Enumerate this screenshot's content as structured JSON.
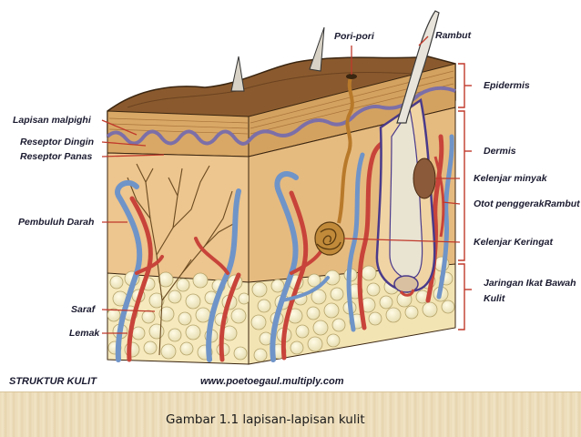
{
  "labels": {
    "pori_pori": "Pori-pori",
    "rambut": "Rambut",
    "epidermis": "Epidermis",
    "lapisan_malpighi": "Lapisan malpighi",
    "reseptor_dingin": "Reseptor Dingin",
    "reseptor_panas": "Reseptor Panas",
    "dermis": "Dermis",
    "kelenjar_minyak": "Kelenjar minyak",
    "otot_penggerak_rambut": "Otot penggerakRambut",
    "pembuluh_darah": "Pembuluh Darah",
    "kelenjar_keringat": "Kelenjar Keringat",
    "jaringan_ikat_line1": "Jaringan Ikat Bawah",
    "jaringan_ikat_line2": "Kulit",
    "saraf": "Saraf",
    "lemak": "Lemak",
    "struktur_kulit": "STRUKTUR KULIT",
    "website": "www.poetoegaul.multiply.com"
  },
  "caption": "Gambar 1.1 lapisan-lapisan kulit",
  "colors": {
    "skin_surface": "#8a5a2e",
    "epidermis": "#d9a866",
    "malpighi": "#7c6fa8",
    "dermis": "#edc58e",
    "fat": "#f4efcf",
    "artery": "#c8443a",
    "vein": "#6f94c8",
    "leader_line": "#c0392b"
  }
}
